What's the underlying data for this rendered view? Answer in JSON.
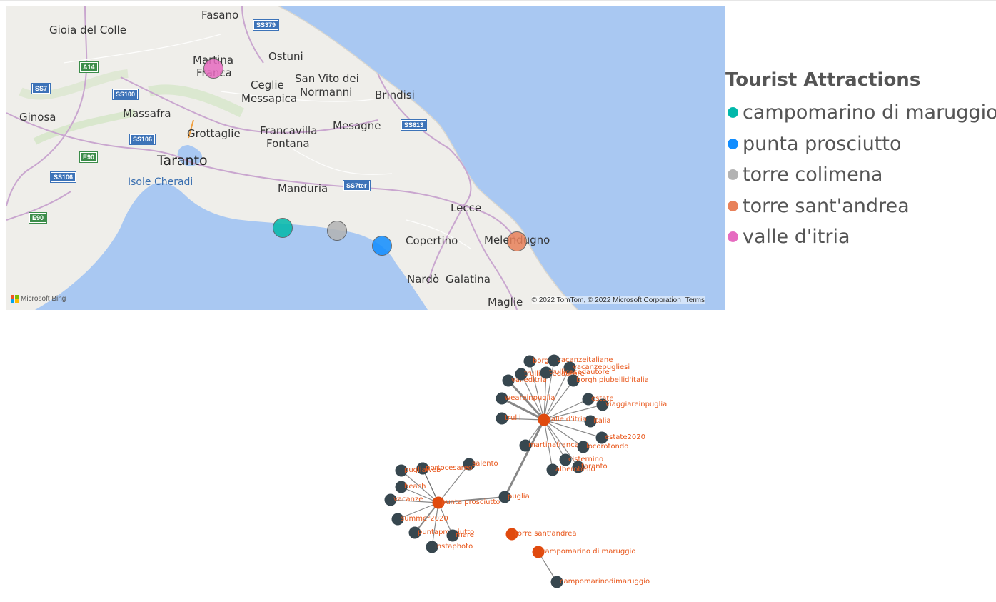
{
  "map": {
    "places": [
      {
        "label": "Fasano"
      },
      {
        "label": "Gioia del Colle"
      },
      {
        "label": "Ostuni"
      },
      {
        "label": "Martina"
      },
      {
        "label": "Franca"
      },
      {
        "label": "San Vito dei"
      },
      {
        "label": "Normanni"
      },
      {
        "label": "Ceglie"
      },
      {
        "label": "Messapica"
      },
      {
        "label": "Brindisi"
      },
      {
        "label": "Ginosa"
      },
      {
        "label": "Massafra"
      },
      {
        "label": "Grottaglie"
      },
      {
        "label": "Francavilla"
      },
      {
        "label": "Fontana"
      },
      {
        "label": "Mesagne"
      },
      {
        "label": "Taranto"
      },
      {
        "label": "Isole Cheradi"
      },
      {
        "label": "Manduria"
      },
      {
        "label": "Lecce"
      },
      {
        "label": "Copertino"
      },
      {
        "label": "Melendugno"
      },
      {
        "label": "Nardò"
      },
      {
        "label": "Galatina"
      },
      {
        "label": "Maglie"
      }
    ],
    "road_shields": [
      "SS379",
      "A14",
      "SS7",
      "SS100",
      "SS106",
      "E90",
      "SS106",
      "E90",
      "SS613",
      "SS7ter"
    ],
    "markers": [
      {
        "name": "campomarino di maruggio",
        "color": "#01b8aa"
      },
      {
        "name": "torre colimena",
        "color": "#b3b3b3"
      },
      {
        "name": "punta prosciutto",
        "color": "#118dff"
      },
      {
        "name": "torre sant'andrea",
        "color": "#e8815a"
      },
      {
        "name": "valle d'itria",
        "color": "#e66bc0"
      }
    ],
    "brand": "Microsoft Bing",
    "attribution": "© 2022 TomTom, © 2022 Microsoft Corporation",
    "terms_link": "Terms"
  },
  "legend": {
    "title": "Tourist Attractions",
    "items": [
      {
        "label": "campomarino di maruggio",
        "color": "#01b8aa"
      },
      {
        "label": "punta prosciutto",
        "color": "#118dff"
      },
      {
        "label": "torre colimena",
        "color": "#b3b3b3"
      },
      {
        "label": "torre sant'andrea",
        "color": "#e8815a"
      },
      {
        "label": "valle d'itria",
        "color": "#e66bc0"
      }
    ]
  },
  "network": {
    "colors": {
      "hub": "#e04a0e",
      "leaf": "#37474f",
      "label": "#e8561a",
      "edge": "#6b6b6b"
    },
    "hubs": [
      "valle d'itria",
      "punta prosciutto",
      "torre sant'andrea",
      "campomarino di maruggio"
    ],
    "leaves": [
      "borghi",
      "vacanzeitaliane",
      "vacanzepugliesi",
      "trulli",
      "visitapuglia",
      "mediterranea",
      "puglia",
      "martinafranca",
      "locorotondo",
      "estate2020",
      "italia",
      "viaggiareinpuglia",
      "estate",
      "borghipiubellid'italia",
      "cisternino",
      "taranto",
      "alberobello",
      "salento",
      "porto",
      "portocesareo",
      "beach",
      "vacanze",
      "summer2020",
      "puntaprosciutto",
      "mare",
      "instaphoto",
      "campomarinodimaruggio",
      "weareinpuglia",
      "pugliaweb",
      "igersvalleditria"
    ]
  }
}
